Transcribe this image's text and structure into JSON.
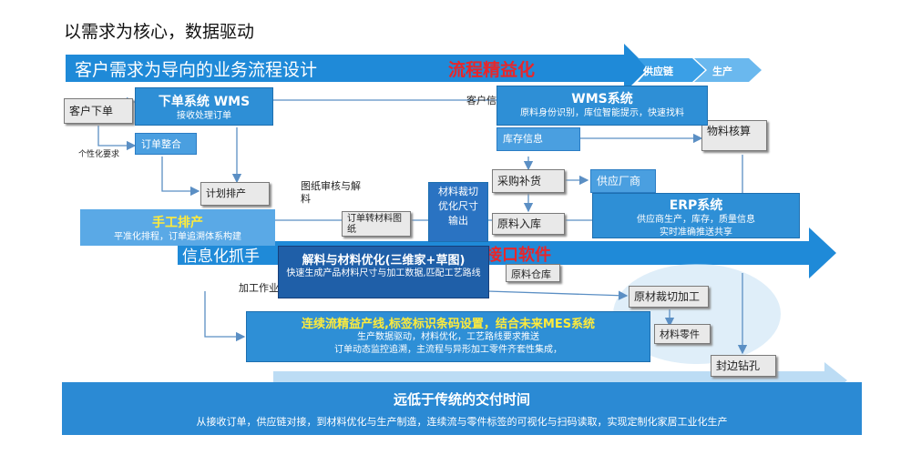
{
  "heading": "以需求为核心，数据驱动",
  "banner_top": {
    "left": "客户需求为导向的业务流程设计",
    "right": "流程精益化",
    "tail1": "供应链",
    "tail2": "生产"
  },
  "banner_mid": {
    "left": "信息化抓手",
    "right": "接口软件"
  },
  "wms_order": {
    "title": "下单系统 WMS",
    "sub": "接收处理订单"
  },
  "wms_system": {
    "title": "WMS系统",
    "sub": "原料身份识别，库位智能提示，快速找料"
  },
  "erp": {
    "title": "ERP系统",
    "sub1": "供应商生产，库存，质量信息",
    "sub2": "实时准确推送共享"
  },
  "manual": {
    "title": "手工排产",
    "sub": "平准化排程，订单追溯体系构建"
  },
  "nesting": {
    "title": "解料与材料优化(三维家+草图)",
    "sub": "快速生成产品材料尺寸与加工数据,匹配工艺路线"
  },
  "continuous": {
    "title": "连续流精益产线,标签标识条码设置，结合未来MES系统",
    "sub1": "生产数据驱动，材料优化，工艺路线要求推送",
    "sub2": "订单动态监控追溯，主流程与异形加工零件齐套性集成，"
  },
  "cutting": "材料裁切优化尺寸输出",
  "footer": {
    "title": "远低于传统的交付时间",
    "sub": "从接收订单，供应链对接，到材料优化与生产制造，连续流与零件标签的可视化与扫码读取，实现定制化家居工业化生产"
  },
  "boxes": {
    "customer_order": "客户下单",
    "order_merge": "订单整合",
    "schedule": "计划排产",
    "inventory": "库存信息",
    "material_calc": "物料核算",
    "purchase": "采购补货",
    "supplier": "供应厂商",
    "receiving": "原料入库",
    "raw_store": "原料仓库",
    "order_drawing": "订单转材料图纸",
    "raw_cut": "原材裁切加工",
    "parts": "材料零件",
    "edge_drill": "封边钻孔"
  },
  "labels": {
    "personalized": "个性化要求",
    "drawing_review": "图纸审核与解料",
    "processing": "加工作业",
    "customer_short": "客户信"
  },
  "colors": {
    "banner": "#1f8ad8",
    "banner_text": "#ffffff",
    "accent_red": "#e8262a",
    "dark_blue": "#1f5fa8",
    "footer": "#2b8ad4"
  }
}
